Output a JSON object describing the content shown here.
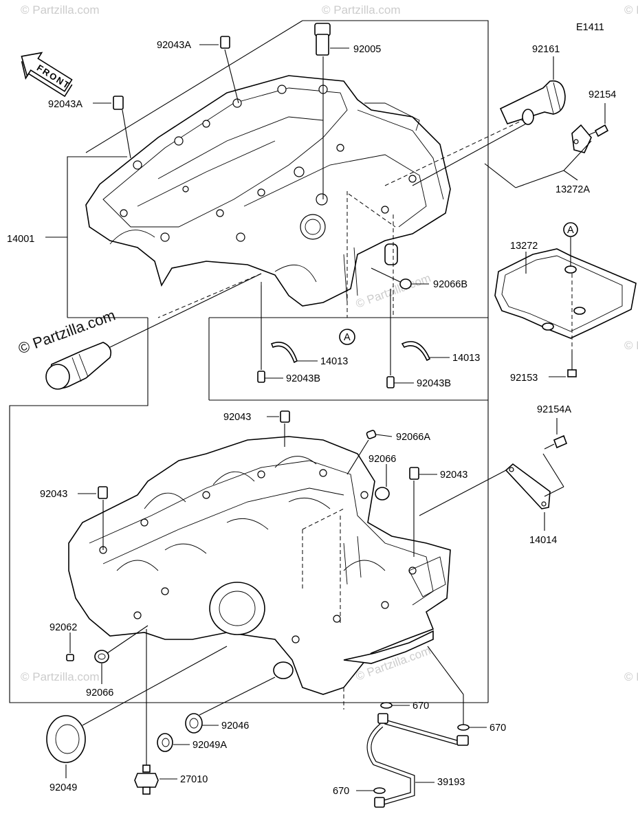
{
  "diagram_code": "E1411",
  "front_label": "FRONT",
  "watermark": {
    "brand": "© Partzilla.com"
  },
  "callouts": {
    "p92043A_top": "92043A",
    "p92005": "92005",
    "p92161": "92161",
    "p92154": "92154",
    "p92043A_left": "92043A",
    "p13272A": "13272A",
    "p14001": "14001",
    "p13272": "13272",
    "pA_gasket": "A",
    "pA_upper": "A",
    "p92066B": "92066B",
    "p14013_left": "14013",
    "p14013_right": "14013",
    "p92043B_left": "92043B",
    "p92043B_right": "92043B",
    "p92153": "92153",
    "p92154A": "92154A",
    "p92043_top": "92043",
    "p92066A": "92066A",
    "p92066_mid": "92066",
    "p92043_mid": "92043",
    "p92043_left": "92043",
    "p14014": "14014",
    "p92062": "92062",
    "p92066_left": "92066",
    "p670_top": "670",
    "p670_right": "670",
    "p670_bottom": "670",
    "p92046": "92046",
    "p92049A": "92049A",
    "p92049": "92049",
    "p27010": "27010",
    "p39193": "39193"
  }
}
